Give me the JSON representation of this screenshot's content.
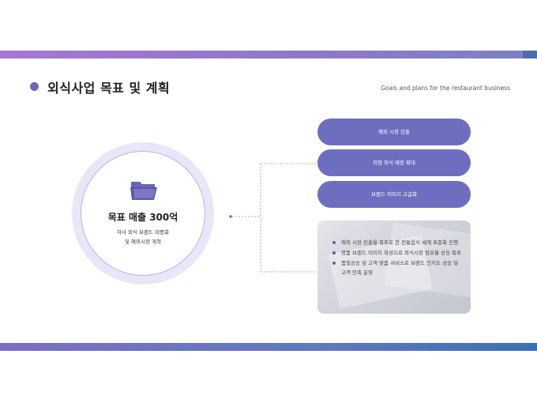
{
  "header": {
    "title": "외식사업 목표 및 계획",
    "subtitle": "Goals and plans for the restaurant business"
  },
  "goal": {
    "icon": "folder-icon",
    "title": "목표 매출 300억",
    "desc_line1": "자사 외식 브랜드 대중화",
    "desc_line2": "및 해외시장 개척"
  },
  "plans": [
    {
      "label": "해외 시장 진출"
    },
    {
      "label": "직영 외식 매장 확대"
    },
    {
      "label": "브랜드 이미지 고급화"
    }
  ],
  "details": {
    "items": [
      "해외 시장 진출을 목표로 한 전통음식 세계 표준화 진행",
      "명품 브랜드 이미지 육성으로 외식시장 점유율 상승 목표",
      "품질상승 및 고객 맞춤 서비스로 브랜드 인지도 상승 및 고객 만족 운영"
    ]
  },
  "colors": {
    "accent": "#6e6ec0",
    "ring": "#ebe6f7",
    "top_bar": "#a676d3",
    "bottom_bar": "#3b6fb3"
  }
}
